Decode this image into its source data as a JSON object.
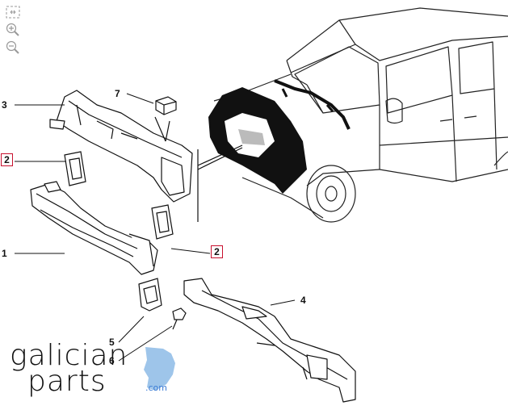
{
  "toolbar": {
    "fit_icon": "fit-to-screen-icon",
    "zoom_in_icon": "zoom-in-icon",
    "zoom_out_icon": "zoom-out-icon"
  },
  "callouts": {
    "c1": "1",
    "c2a": "2",
    "c2b": "2",
    "c3": "3",
    "c4": "4",
    "c5": "5",
    "c6": "6",
    "c7": "7"
  },
  "logo": {
    "line1": "galician",
    "line2": "parts",
    "suffix": ".com"
  },
  "colors": {
    "highlight_box": "#c8102e",
    "line": "#111111",
    "logo_accent": "#3a7bd5"
  }
}
